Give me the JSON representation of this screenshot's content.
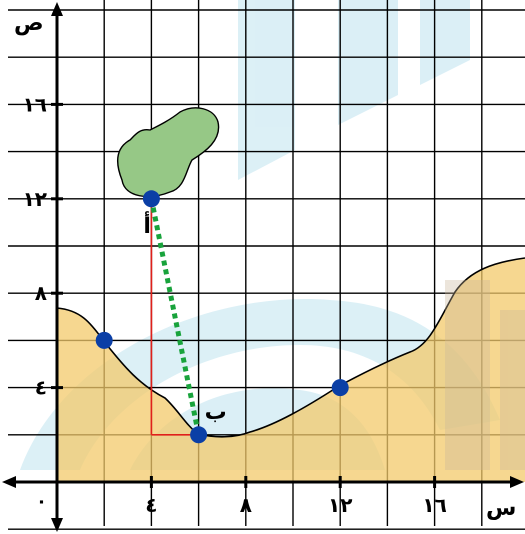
{
  "axes": {
    "x_label": "س",
    "y_label": "ص",
    "origin_label": "٠",
    "x_ticks": [
      {
        "value": 4,
        "label": "٤"
      },
      {
        "value": 8,
        "label": "٨"
      },
      {
        "value": 12,
        "label": "١٢"
      },
      {
        "value": 16,
        "label": "١٦"
      }
    ],
    "y_ticks": [
      {
        "value": 4,
        "label": "٤"
      },
      {
        "value": 8,
        "label": "٨"
      },
      {
        "value": 12,
        "label": "١٢"
      },
      {
        "value": 16,
        "label": "١٦"
      }
    ],
    "grid_step": 2
  },
  "points": {
    "a": {
      "label": "أ",
      "x": 4,
      "y": 12
    },
    "b": {
      "label": "ب",
      "x": 6,
      "y": 2
    }
  },
  "other_points": [
    {
      "x": 2,
      "y": 6
    },
    {
      "x": 12,
      "y": 4
    }
  ],
  "colors": {
    "grid": "#000000",
    "point": "#0b3fa6",
    "segment": "#19a33c",
    "helper_lines": "#e0201b",
    "terrain": "#f3c96b",
    "bush": "#96c886",
    "watermark": "#bfe3ef"
  }
}
